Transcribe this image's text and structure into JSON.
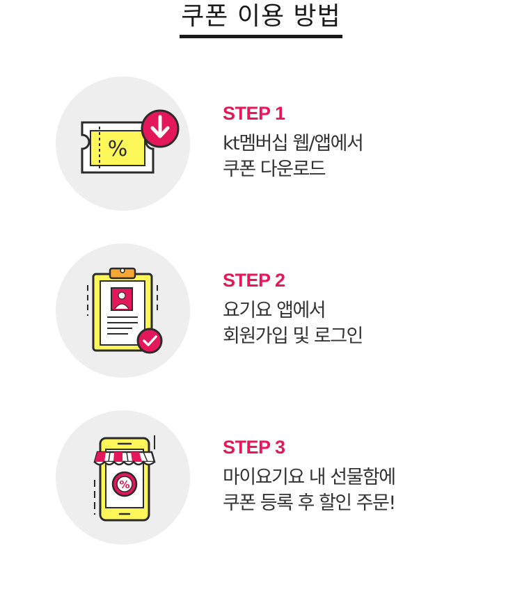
{
  "page": {
    "title": "쿠폰 이용 방법"
  },
  "steps": [
    {
      "label": "STEP 1",
      "line1": "kt멤버십 웹/앱에서",
      "line2": "쿠폰 다운로드",
      "icon": "coupon-download-icon"
    },
    {
      "label": "STEP 2",
      "line1": "요기요 앱에서",
      "line2": "회원가입 및 로그인",
      "icon": "clipboard-signup-icon"
    },
    {
      "label": "STEP 3",
      "line1": "마이요기요 내 선물함에",
      "line2": "쿠폰 등록 후 할인 주문!",
      "icon": "phone-store-discount-icon"
    }
  ],
  "colors": {
    "accent": "#e5175b",
    "yellow": "#fdf75a",
    "orange": "#f8a733",
    "circle_bg": "#eeeeee",
    "text": "#333333"
  }
}
